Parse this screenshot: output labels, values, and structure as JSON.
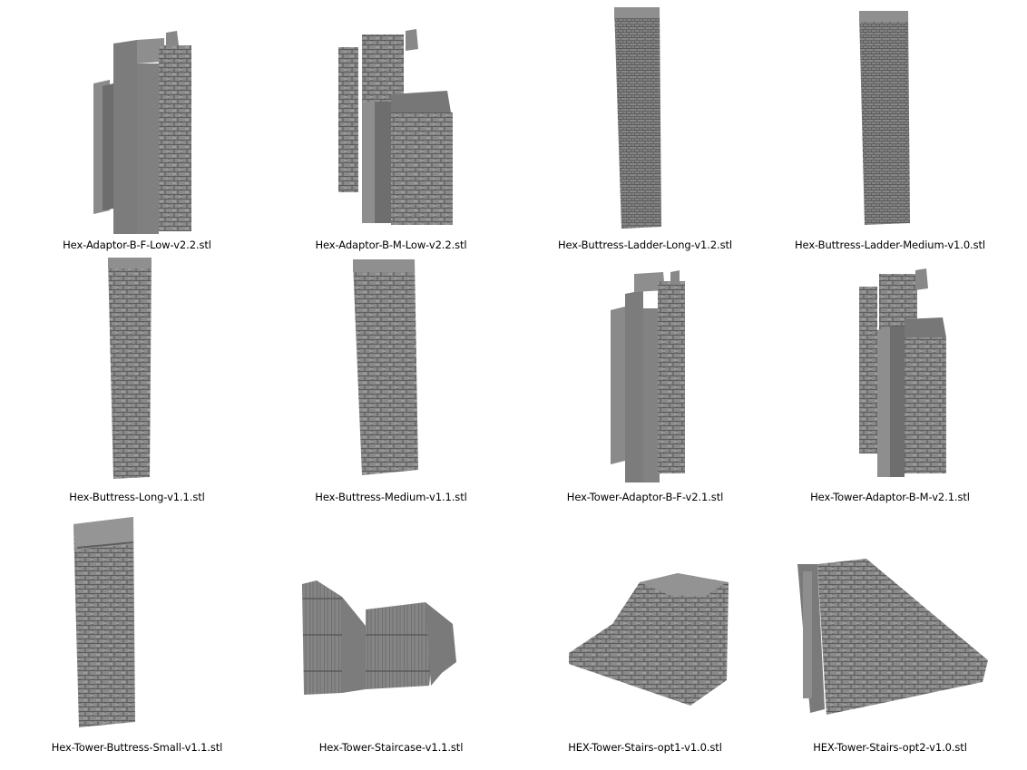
{
  "view": "large-icons",
  "files": [
    {
      "name": "Hex-Adaptor-B-F-Low-v2.2.stl",
      "thumbnail": "adaptor-bf-low"
    },
    {
      "name": "Hex-Adaptor-B-M-Low-v2.2.stl",
      "thumbnail": "adaptor-bm-low"
    },
    {
      "name": "Hex-Buttress-Ladder-Long-v1.2.stl",
      "thumbnail": "buttress-ladder-long"
    },
    {
      "name": "Hex-Buttress-Ladder-Medium-v1.0.stl",
      "thumbnail": "buttress-ladder-medium"
    },
    {
      "name": "Hex-Buttress-Long-v1.1.stl",
      "thumbnail": "buttress-long"
    },
    {
      "name": "Hex-Buttress-Medium-v1.1.stl",
      "thumbnail": "buttress-medium"
    },
    {
      "name": "Hex-Tower-Adaptor-B-F-v2.1.stl",
      "thumbnail": "tower-adaptor-bf"
    },
    {
      "name": "Hex-Tower-Adaptor-B-M-v2.1.stl",
      "thumbnail": "tower-adaptor-bm"
    },
    {
      "name": "Hex-Tower-Buttress-Small-v1.1.stl",
      "thumbnail": "tower-buttress-small"
    },
    {
      "name": "Hex-Tower-Staircase-v1.1.stl",
      "thumbnail": "tower-staircase"
    },
    {
      "name": "HEX-Tower-Stairs-opt1-v1.0.stl",
      "thumbnail": "tower-stairs-opt1"
    },
    {
      "name": "HEX-Tower-Stairs-opt2-v1.0.stl",
      "thumbnail": "tower-stairs-opt2"
    }
  ],
  "colors": {
    "background": "#ffffff",
    "model_light": "#8c8c8c",
    "model_mid": "#7a7a7a",
    "model_dark": "#5f5f5f",
    "label_text": "#000000"
  }
}
